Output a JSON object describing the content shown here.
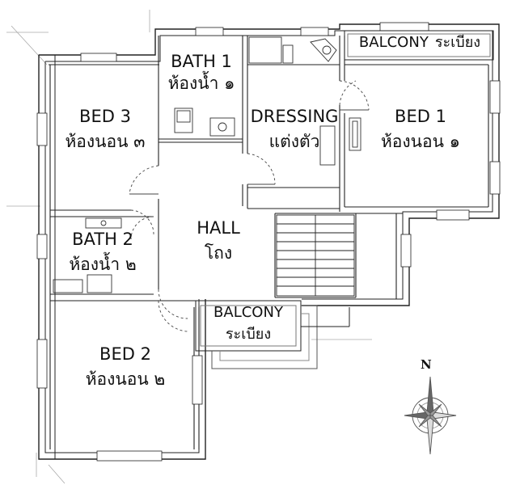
{
  "rooms": {
    "bath1": {
      "en": "BATH 1",
      "th": "ห้องน้ำ ๑"
    },
    "bed3": {
      "en": "BED 3",
      "th": "ห้องนอน ๓"
    },
    "dressing": {
      "en": "DRESSING",
      "th": "แต่งตัว"
    },
    "bed1": {
      "en": "BED 1",
      "th": "ห้องนอน ๑"
    },
    "balcony_top": {
      "en": "BALCONY",
      "th": "ระเบียง"
    },
    "hall": {
      "en": "HALL",
      "th": "โถง"
    },
    "bath2": {
      "en": "BATH 2",
      "th": "ห้องน้ำ ๒"
    },
    "balcony_mid": {
      "en": "BALCONY",
      "th": "ระเบียง"
    },
    "bed2": {
      "en": "BED 2",
      "th": "ห้องนอน ๒"
    }
  },
  "compass": {
    "north_label": "N"
  }
}
